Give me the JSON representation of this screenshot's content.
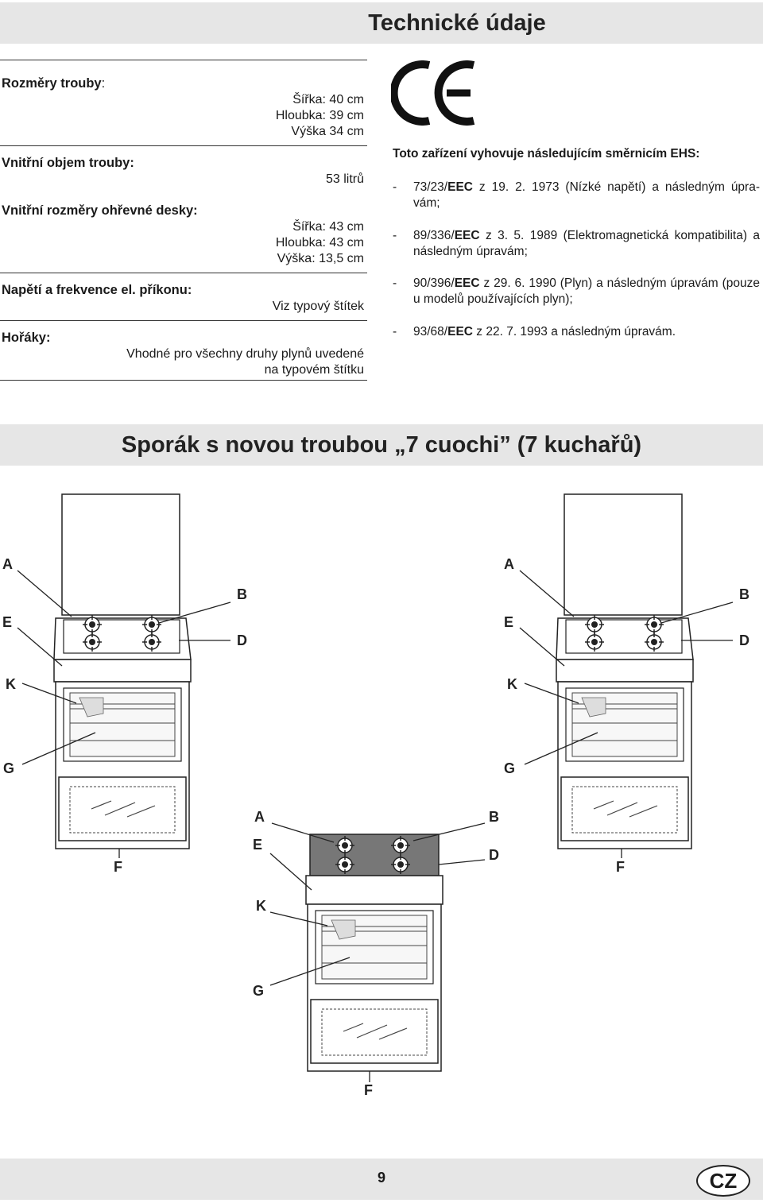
{
  "page": {
    "title": "Technické údaje",
    "subtitle": "Sporák s novou troubou „7 cuochi” (7 kuchařů)",
    "page_number": "9",
    "country_badge": "CZ"
  },
  "specs": {
    "oven_dimensions": {
      "label": "Rozměry trouby",
      "colon": ":",
      "lines": [
        "Šířka: 40 cm",
        "Hloubka: 39 cm",
        "Výška 34 cm"
      ]
    },
    "oven_volume": {
      "label": "Vnitřní objem trouby:",
      "value": "53 litrů"
    },
    "hob_dimensions": {
      "label": "Vnitřní rozměry ohřevné desky:",
      "lines": [
        "Šířka: 43 cm",
        "Hloubka: 43 cm",
        "Výška: 13,5 cm"
      ]
    },
    "power": {
      "label": "Napětí a frekvence el. příkonu:",
      "value": "Viz typový štítek"
    },
    "burners": {
      "label": "Hořáky:",
      "lines": [
        "Vhodné pro všechny druhy plynů uvedené",
        "na typovém štítku"
      ]
    }
  },
  "directives": {
    "title": "Toto zařízení vyhovuje následujícím směrnicím EHS:",
    "items": [
      {
        "dash": "-",
        "code": "73/23/",
        "eec": "EEC",
        "rest": " z 19. 2. 1973 (Nízké napětí) a následným úpra- vám;"
      },
      {
        "dash": "-",
        "code": "89/336/",
        "eec": "EEC",
        "rest": " z 3. 5. 1989 (Elektromagnetická kompatibilita) a následným úpravám;"
      },
      {
        "dash": "-",
        "code": "90/396/",
        "eec": "EEC",
        "rest": " z 29. 6. 1990 (Plyn) a následným úpravám (pouze u modelů používajících plyn);"
      },
      {
        "dash": "-",
        "code": "93/68/",
        "eec": "EEC",
        "rest": " z 22. 7. 1993 a následným úpravám."
      }
    ]
  },
  "diagram_labels": {
    "left": [
      "A",
      "B",
      "E",
      "D",
      "K",
      "G",
      "F"
    ],
    "right": [
      "A",
      "B",
      "E",
      "D",
      "K",
      "G",
      "F"
    ],
    "center": [
      "A",
      "B",
      "E",
      "D",
      "K",
      "G",
      "F"
    ]
  }
}
